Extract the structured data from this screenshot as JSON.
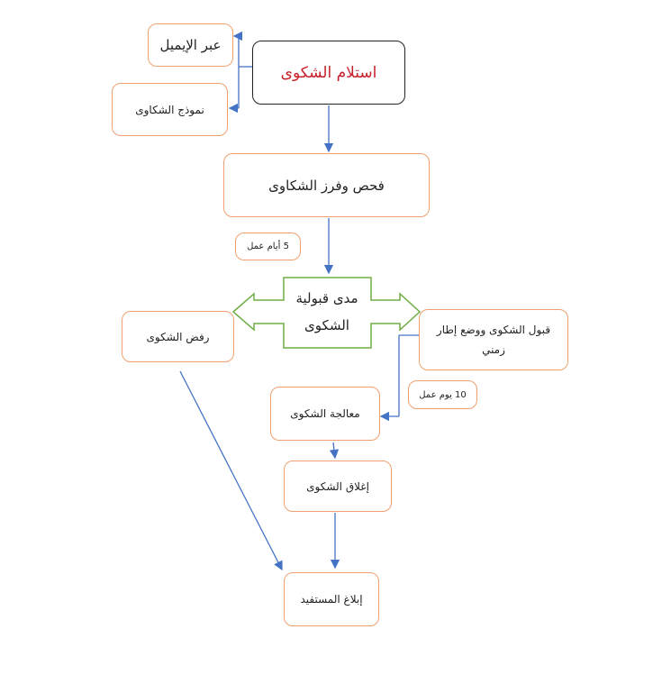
{
  "diagram": {
    "receive": "استلام الشكوى",
    "email": "عبر الإيميل",
    "form": "نموذج الشكاوى",
    "review": "فحص وفرز الشكاوى",
    "days5": "5 أيام عمل",
    "acceptability": "مدى قبولية الشكوى",
    "reject": "رفض الشكوى",
    "accept": "قبول الشكوى ووضع إطار زمني",
    "days10": "10 يوم عمل",
    "process": "معالجة الشكوى",
    "close": "إغلاق الشكوى",
    "notify": "إبلاغ المستفيد"
  },
  "colors": {
    "box_border": "#f0a070",
    "main_border": "#222222",
    "arrow": "#4472c4",
    "double_arrow": "#70ad47",
    "title_text": "#c8202a"
  }
}
